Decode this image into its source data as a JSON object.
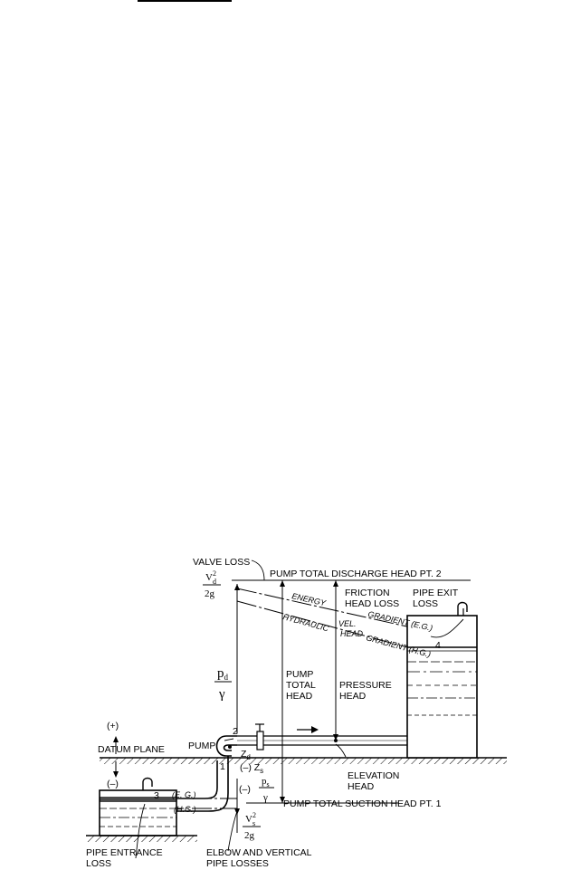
{
  "labels": {
    "valve_loss": "VALVE LOSS",
    "pump_total_discharge_head": "PUMP TOTAL DISCHARGE HEAD PT. 2",
    "friction_head_loss_1": "FRICTION",
    "friction_head_loss_2": "HEAD LOSS",
    "pipe_exit_loss_1": "PIPE EXIT",
    "pipe_exit_loss_2": "LOSS",
    "energy": "ENERGY",
    "gradient_eg": "GRADIENT (E.G.)",
    "vel_head_1": "VEL.",
    "vel_head_2": "HEAD",
    "hydraulic": "HYDRAULIC",
    "gradient_hg": "GRADIENT (H.G.)",
    "pump_total_head_1": "PUMP",
    "pump_total_head_2": "TOTAL",
    "pump_total_head_3": "HEAD",
    "pressure_head_1": "PRESSURE",
    "pressure_head_2": "HEAD",
    "plus_sign": "(+)",
    "minus_sign": "(–)",
    "datum_plane": "DATUM PLANE",
    "pump": "PUMP",
    "elevation_head_1": "ELEVATION",
    "elevation_head_2": "HEAD",
    "eg_short": "(E. G.)",
    "hg_short": "(H.G.)",
    "pump_total_suction_head": "PUMP TOTAL SUCTION HEAD PT. 1",
    "pipe_entrance_loss_1": "PIPE ENTRANCE",
    "pipe_entrance_loss_2": "LOSS",
    "elbow_losses_1": "ELBOW AND VERTICAL",
    "elbow_losses_2": "PIPE LOSSES",
    "point_1": "1",
    "point_2": "2",
    "point_3": "3",
    "point_4": "4",
    "neg_zs": "(–) Z",
    "zs_sub": "s",
    "zd": "Z",
    "zd_sub": "d",
    "neg_ps": "(–)"
  },
  "symbols": {
    "vd": "V",
    "vd_sub": "d",
    "sq": "2",
    "two_g": "2g",
    "pd": "p",
    "pd_sub": "d",
    "gamma": "γ",
    "ps": "p",
    "ps_sub": "s",
    "vs": "V",
    "vs_sub": "s"
  }
}
